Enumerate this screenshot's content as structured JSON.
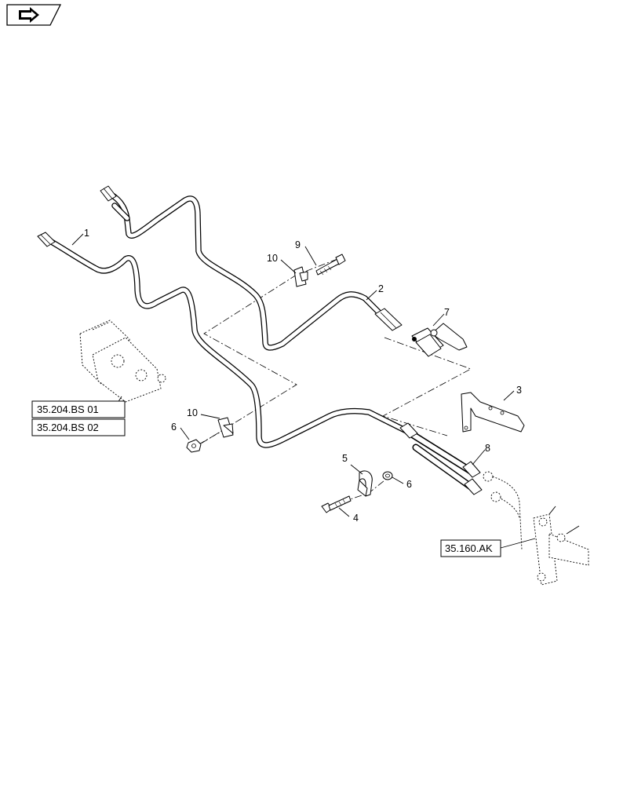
{
  "nav_icon": "arrow-right-icon",
  "callouts": {
    "c1": "1",
    "c2": "2",
    "c3": "3",
    "c4": "4",
    "c5": "5",
    "c6a": "6",
    "c6b": "6",
    "c7": "7",
    "c8": "8",
    "c9": "9",
    "c10a": "10",
    "c10b": "10"
  },
  "references": {
    "ref1": "35.204.BS 01",
    "ref2": "35.204.BS 02",
    "ref3": "35.160.AK"
  }
}
